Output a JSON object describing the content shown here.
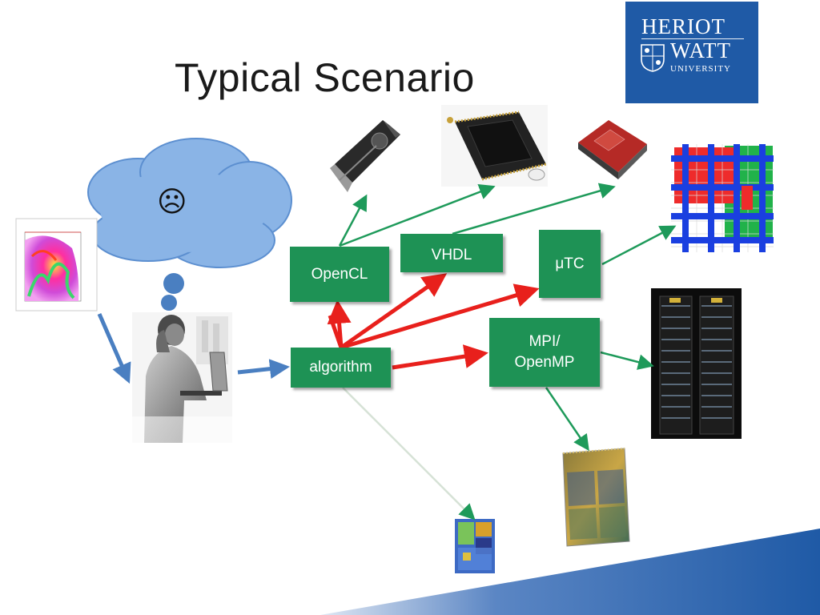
{
  "slide": {
    "title": "Typical Scenario",
    "logo": {
      "line1": "HERIOT",
      "line2": "WATT",
      "line3": "UNIVERSITY"
    },
    "cloud_face": "☹"
  },
  "nodes": {
    "algorithm": "algorithm",
    "opencl": "OpenCL",
    "vhdl": "VHDL",
    "utc": "μTC",
    "mpi_line1": "MPI/",
    "mpi_line2": "OpenMP"
  },
  "colors": {
    "box": "#1e9255",
    "red_arrow": "#e8201c",
    "green_arrow": "#1e9a5a",
    "blue_arrow": "#4a7fc1",
    "cloud": "#8ab4e6",
    "logo": "#1f5aa6",
    "band": "#1f5aa6"
  }
}
